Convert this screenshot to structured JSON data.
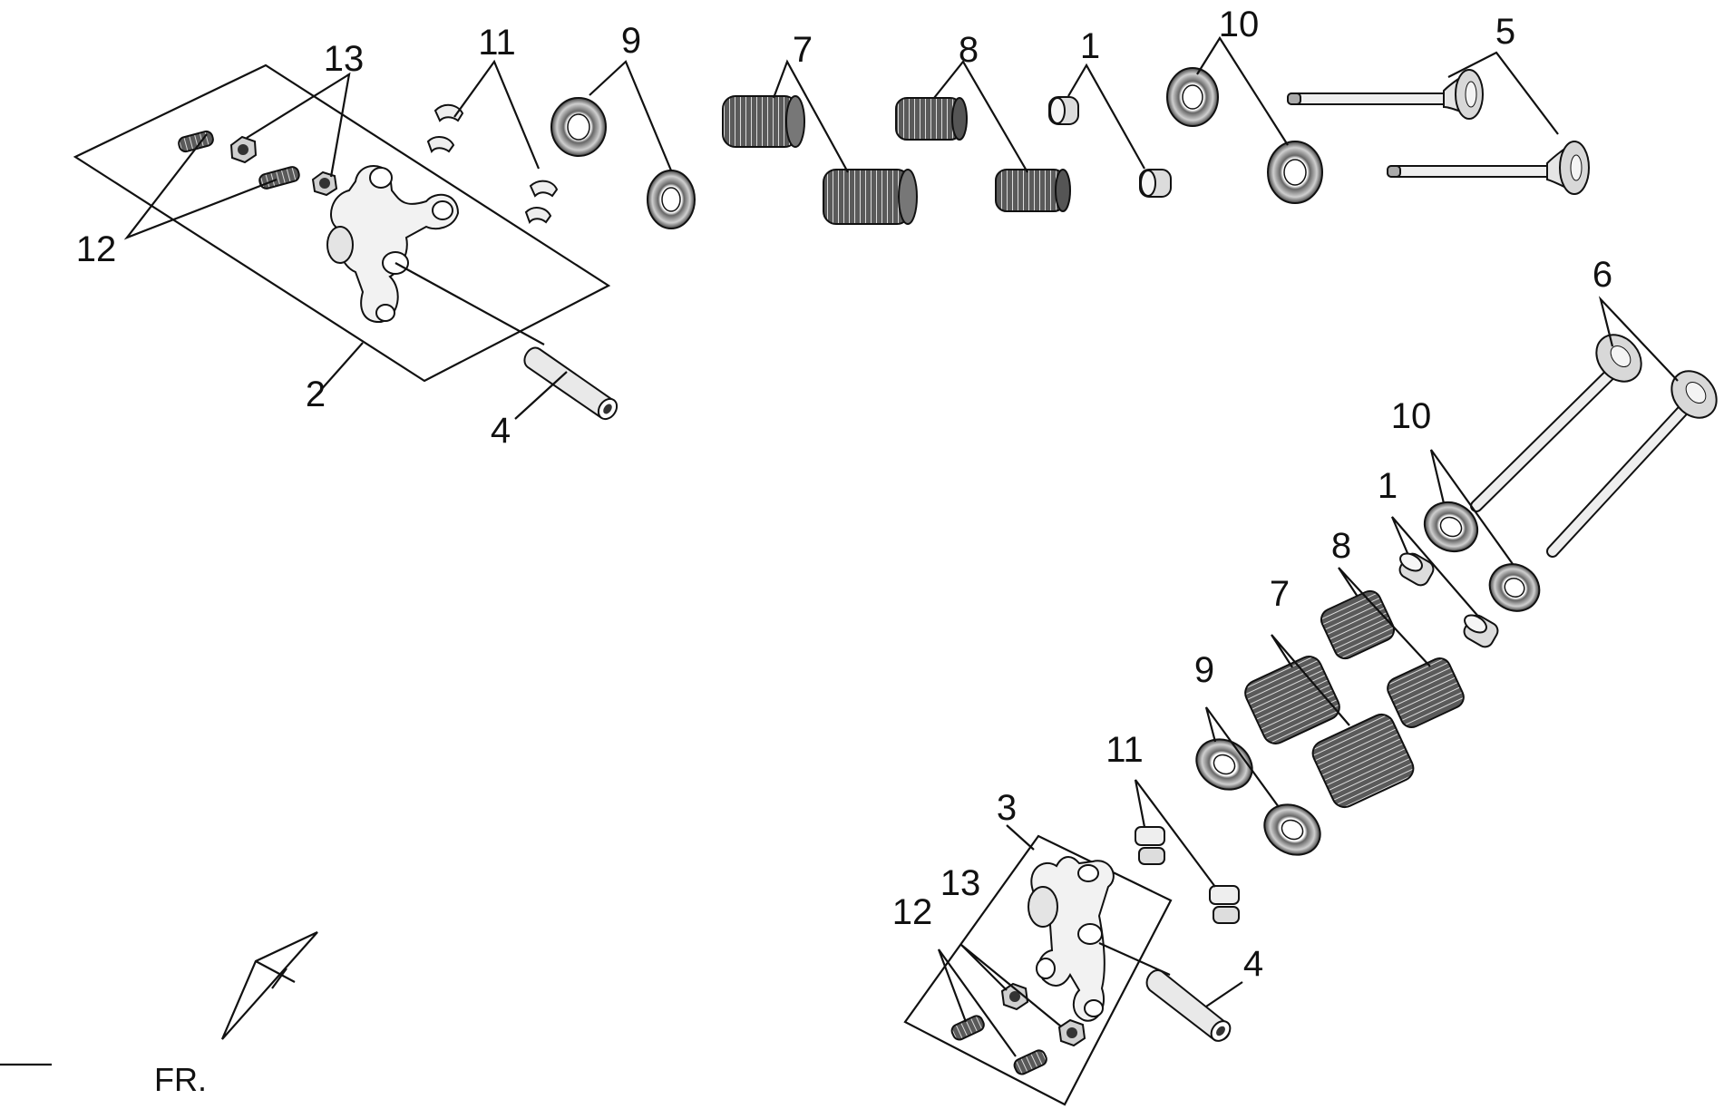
{
  "diagram": {
    "callouts": {
      "c1a": "1",
      "c1b": "1",
      "c2": "2",
      "c3": "3",
      "c4a": "4",
      "c4b": "4",
      "c5": "5",
      "c6": "6",
      "c7a": "7",
      "c7b": "7",
      "c8a": "8",
      "c8b": "8",
      "c9a": "9",
      "c9b": "9",
      "c10a": "10",
      "c10b": "10",
      "c11a": "11",
      "c11b": "11",
      "c12a": "12",
      "c12b": "12",
      "c13a": "13",
      "c13b": "13"
    },
    "front_label": "FR.",
    "colors": {
      "line": "#111111",
      "part_dark": "#555555",
      "part_mid": "#9a9a9a",
      "part_light": "#d9d9d9"
    }
  }
}
